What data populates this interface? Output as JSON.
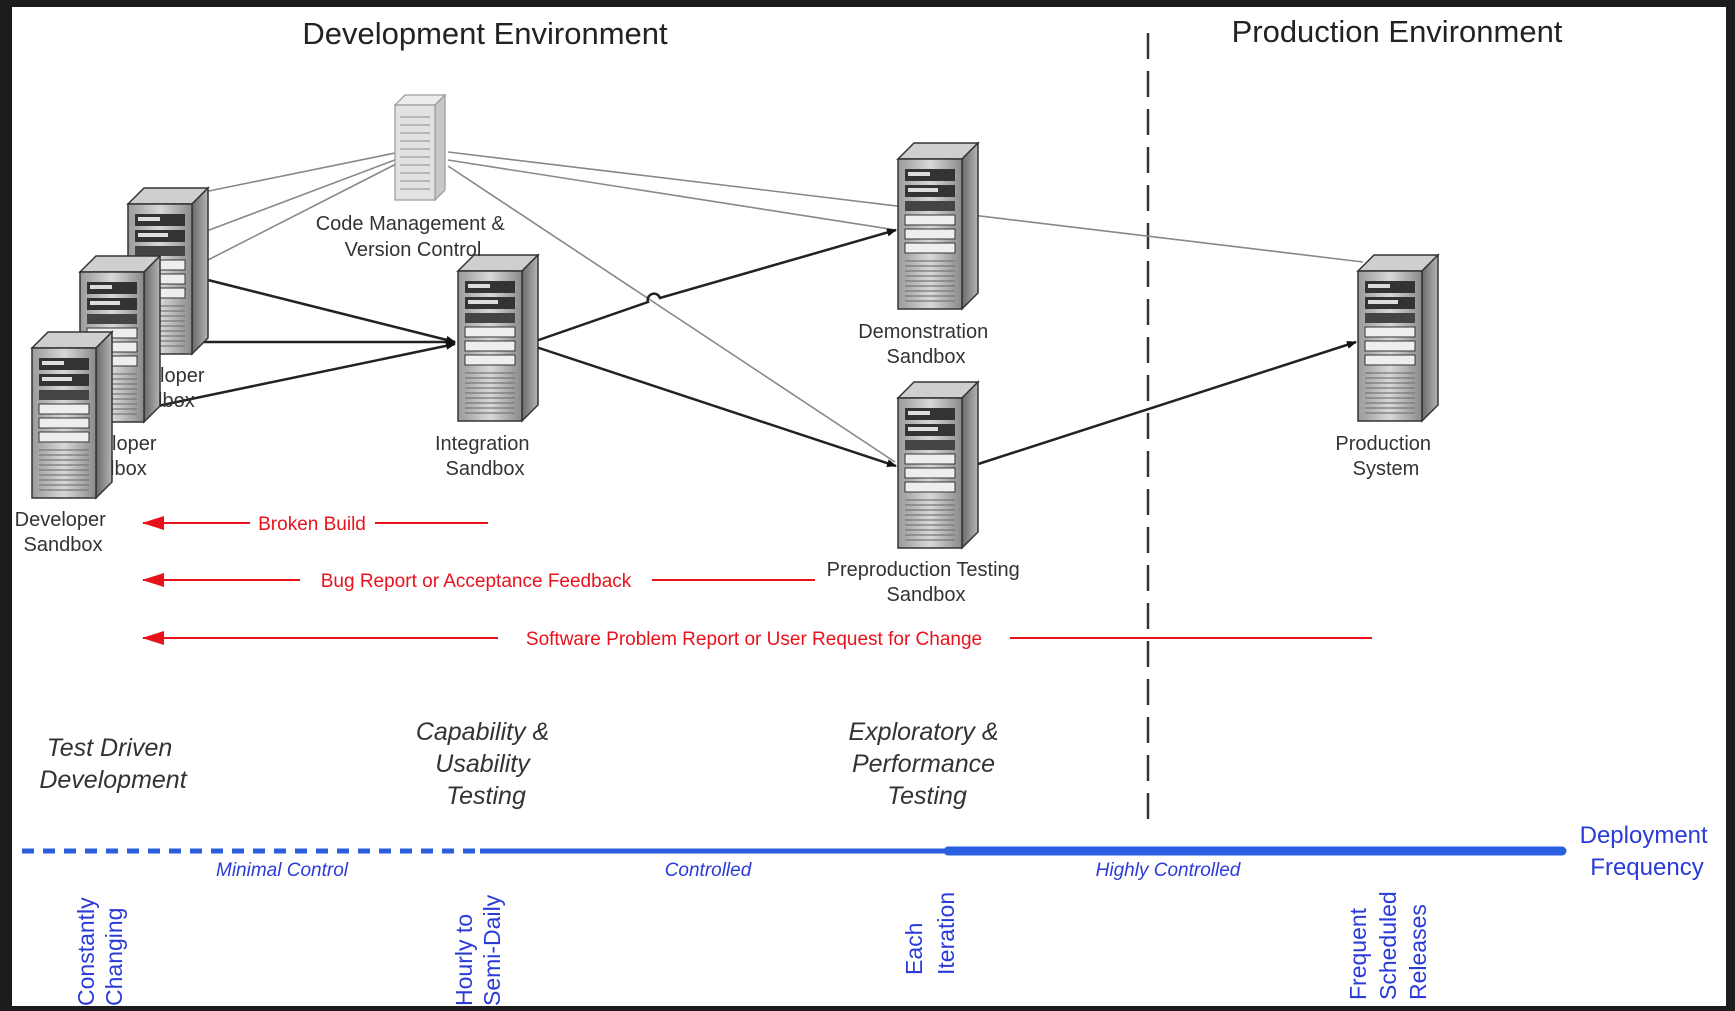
{
  "environments": {
    "development": "Development Environment",
    "production": "Production Environment"
  },
  "nodes": {
    "code_mgmt": [
      "Code Management &",
      "Version Control"
    ],
    "dev_back": [
      "loper",
      "lbox"
    ],
    "dev_mid": [
      "loper",
      "lbox"
    ],
    "dev_front": [
      "Developer",
      "Sandbox"
    ],
    "integration": [
      "Integration",
      "Sandbox"
    ],
    "demonstration": [
      "Demonstration",
      "Sandbox"
    ],
    "preproduction": [
      "Preproduction Testing",
      "Sandbox"
    ],
    "production": [
      "Production",
      "System"
    ]
  },
  "feedback": {
    "broken_build": "Broken Build",
    "bug_report": "Bug Report or Acceptance Feedback",
    "problem_report": "Software Problem Report or User Request for Change"
  },
  "phases": {
    "tdd": [
      "Test Driven",
      "Development"
    ],
    "capability": [
      "Capability &",
      "Usability",
      "Testing"
    ],
    "exploratory": [
      "Exploratory &",
      "Performance",
      "Testing"
    ]
  },
  "control": {
    "minimal": "Minimal Control",
    "controlled": "Controlled",
    "highly": "Highly Controlled"
  },
  "deployment_frequency": [
    "Deployment",
    "Frequency"
  ],
  "frequencies": {
    "constant": [
      "Constantly",
      "Changing"
    ],
    "hourly": [
      "Hourly to",
      "Semi-Daily"
    ],
    "iteration": [
      "Each",
      "Iteration"
    ],
    "scheduled": [
      "Frequent",
      "Scheduled",
      "Releases"
    ]
  },
  "colors": {
    "feedback": "#e8121b",
    "frequency_axis": "#2a5fe0"
  }
}
